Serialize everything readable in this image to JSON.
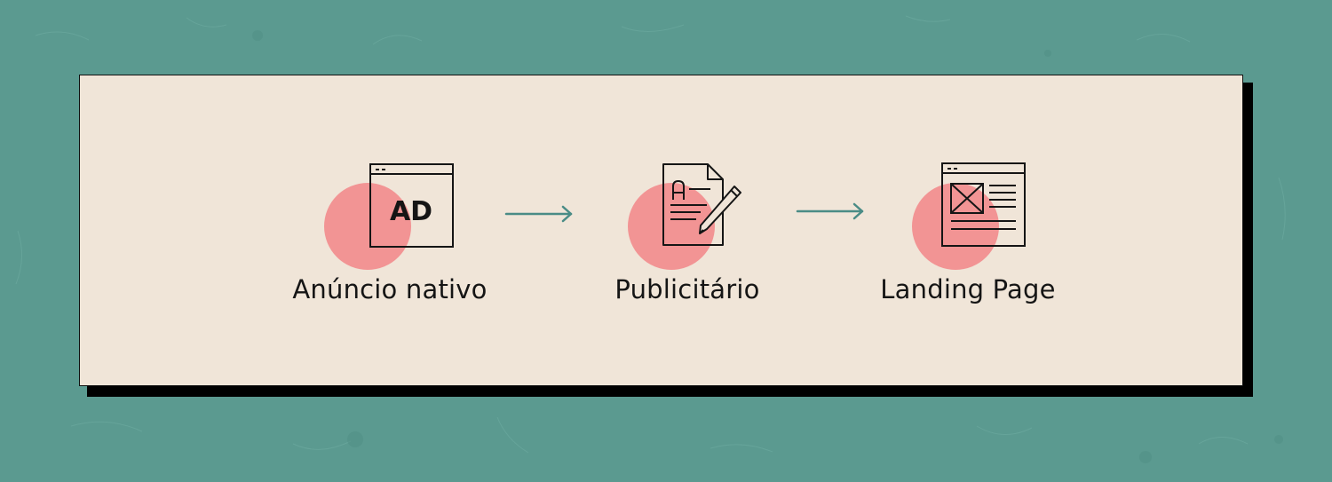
{
  "colors": {
    "background": "#5b9a90",
    "card": "#f0e5d8",
    "accent_circle": "#f29494",
    "arrow": "#4a8c86",
    "ink": "#151515"
  },
  "steps": [
    {
      "label": "Anúncio nativo",
      "icon": "ad-window-icon",
      "icon_text": "AD"
    },
    {
      "label": "Publicitário",
      "icon": "document-pen-icon"
    },
    {
      "label": "Landing Page",
      "icon": "webpage-layout-icon"
    }
  ]
}
